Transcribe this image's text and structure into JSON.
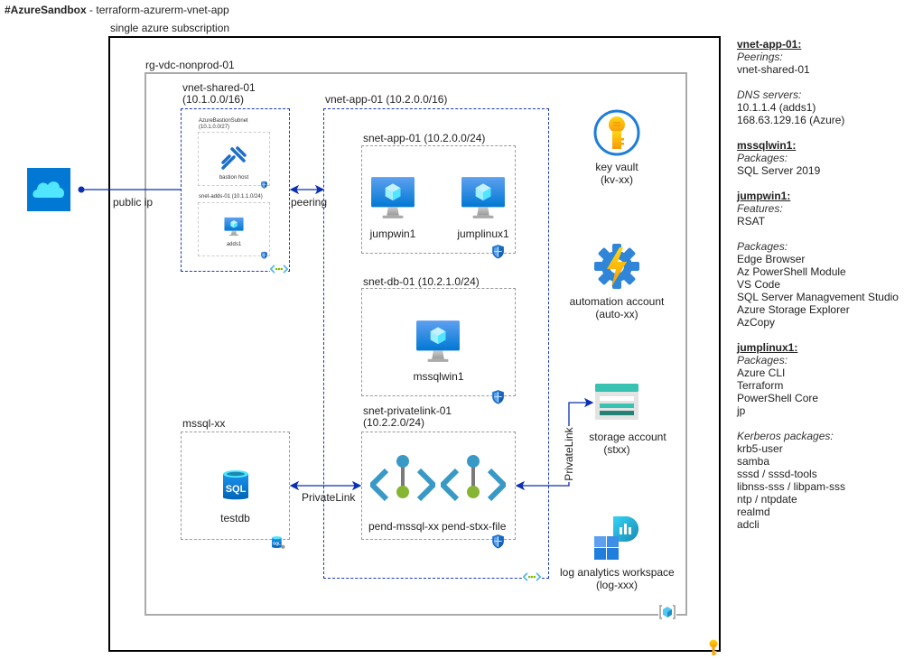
{
  "header": {
    "brand": "#AzureSandbox",
    "separator": " - ",
    "project": "terraform-azurerm-vnet-app"
  },
  "subscription": {
    "label": "single azure subscription"
  },
  "resource_group": {
    "label": "rg-vdc-nonprod-01"
  },
  "internet": {
    "icon": "cloud-icon",
    "connection_label": "public ip"
  },
  "vnet_shared": {
    "name": "vnet-shared-01",
    "cidr": "(10.1.0.0/16)",
    "subnets": [
      {
        "name": "AzureBastionSubnet",
        "cidr": "(10.1.0.0/27)",
        "resource": "bastion host"
      },
      {
        "name": "snet-adds-01 (10.1.1.0/24)",
        "resource": "adds1"
      }
    ]
  },
  "peering": {
    "label": "peering"
  },
  "vnet_app": {
    "title": "vnet-app-01 (10.2.0.0/16)",
    "snet_app": {
      "title": "snet-app-01 (10.2.0.0/24)",
      "vms": [
        "jumpwin1",
        "jumplinux1"
      ]
    },
    "snet_db": {
      "title": "snet-db-01 (10.2.1.0/24)",
      "vms": [
        "mssqlwin1"
      ]
    },
    "snet_privatelink": {
      "title_line1": "snet-privatelink-01",
      "title_line2": "(10.2.2.0/24)",
      "endpoints": [
        "pend-mssql-xx",
        "pend-stxx-file"
      ]
    }
  },
  "mssql": {
    "server": "mssql-xx",
    "database": "testdb",
    "link_label": "PrivateLink"
  },
  "services": [
    {
      "name": "key vault",
      "id": "(kv-xx)",
      "icon": "key-vault-icon"
    },
    {
      "name": "automation account",
      "id": "(auto-xx)",
      "icon": "automation-icon"
    },
    {
      "name": "storage account",
      "id": "(stxx)",
      "icon": "storage-icon"
    },
    {
      "name": "log analytics workspace",
      "id": "(log-xxx)",
      "icon": "log-analytics-icon"
    }
  ],
  "storage_link": {
    "label": "PrivateLink"
  },
  "notes": [
    {
      "heading": "vnet-app-01:",
      "groups": [
        {
          "label": "Peerings:",
          "items": [
            "vnet-shared-01"
          ]
        },
        {
          "label": "DNS servers:",
          "items": [
            "10.1.1.4 (adds1)",
            "168.63.129.16 (Azure)"
          ]
        }
      ]
    },
    {
      "heading": "mssqlwin1:",
      "groups": [
        {
          "label": "Packages:",
          "items": [
            "SQL Server 2019"
          ]
        }
      ]
    },
    {
      "heading": "jumpwin1:",
      "groups": [
        {
          "label": "Features:",
          "items": [
            "RSAT"
          ]
        },
        {
          "label": "Packages:",
          "items": [
            "Edge Browser",
            "Az PowerShell Module",
            "VS Code",
            "SQL Server Managvement Studio",
            "Azure Storage Explorer",
            "AzCopy"
          ]
        }
      ]
    },
    {
      "heading": "jumplinux1:",
      "groups": [
        {
          "label": "Packages:",
          "items": [
            "Azure CLI",
            "Terraform",
            "PowerShell Core",
            "jp"
          ]
        },
        {
          "label": "Kerberos packages:",
          "items": [
            "krb5-user",
            "samba",
            "sssd / sssd-tools",
            "libnss-sss / libpam-sss",
            "ntp / ntpdate",
            "realmd",
            "adcli"
          ]
        }
      ]
    }
  ],
  "colors": {
    "connector": "#0a2fb0",
    "vnet_border": "#1a35c4",
    "azure_blue": "#0078d4",
    "subnet_border": "#999999"
  }
}
